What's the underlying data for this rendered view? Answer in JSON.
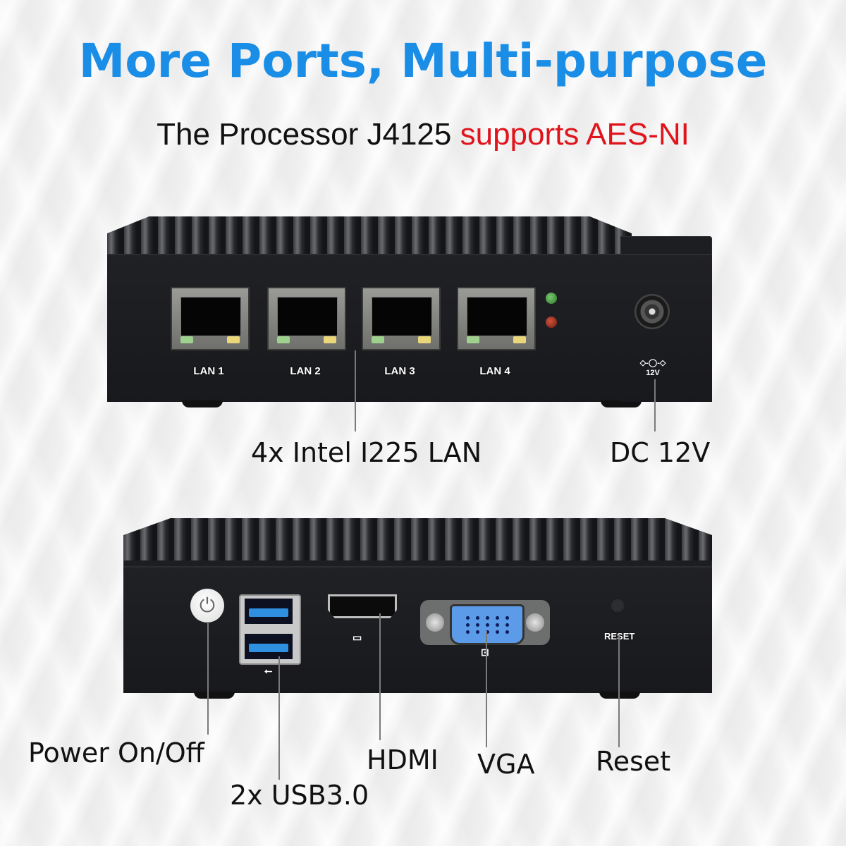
{
  "header": {
    "title": "More Ports, Multi-purpose",
    "subtitle_prefix": "The Processor J4125 ",
    "subtitle_highlight": "supports AES-NI"
  },
  "colors": {
    "title": "#1a8ee6",
    "highlight": "#e0141c",
    "device_body": "#1d1e21",
    "usb_blue": "#2f8fe0",
    "vga_blue": "#5b9be8"
  },
  "front_panel": {
    "ports": [
      {
        "label": "LAN 1",
        "type": "rj45"
      },
      {
        "label": "LAN 2",
        "type": "rj45"
      },
      {
        "label": "LAN 3",
        "type": "rj45"
      },
      {
        "label": "LAN 4",
        "type": "rj45"
      }
    ],
    "status_leds": [
      {
        "color": "#3d9a3a"
      },
      {
        "color": "#9c2a1e"
      }
    ],
    "dc_symbol": "◇-◯-◇",
    "dc_marking": "12V",
    "callouts": {
      "lan": "4x Intel I225 LAN",
      "dc": "DC 12V"
    }
  },
  "back_panel": {
    "power_icon": "⏻",
    "usb_icon": "⭠",
    "hdmi_icon": "▭",
    "vga_icon": "⊡",
    "reset_marking": "RESET",
    "callouts": {
      "power": "Power On/Off",
      "usb": "2x USB3.0",
      "hdmi": "HDMI",
      "vga": "VGA",
      "reset": "Reset"
    }
  }
}
